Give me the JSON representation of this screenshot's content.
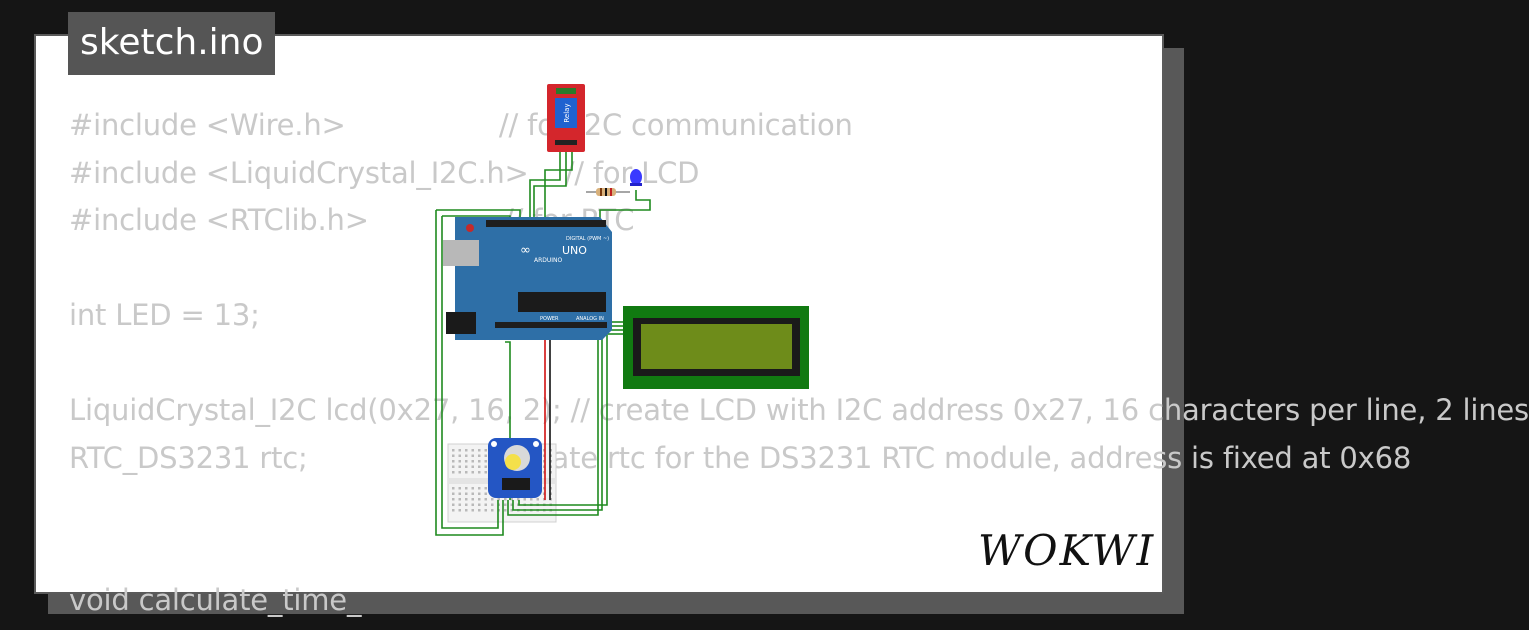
{
  "window": {
    "title": "sketch.ino"
  },
  "code_lines": [
    "#include <Wire.h>                 // for I2C communication",
    "#include <LiquidCrystal_I2C.h>    // for LCD",
    "#include <RTClib.h>               // for RTC",
    "",
    "int LED = 13;",
    "",
    "LiquidCrystal_I2C lcd(0x27, 16, 2); // create LCD with I2C address 0x27, 16 characters per line, 2 lines",
    "RTC_DS3231 rtc;                   // create rtc for the DS3231 RTC module, address is fixed at 0x68",
    "",
    "",
    "void calculate_time_"
  ],
  "board": {
    "brand": "ARDUINO",
    "model": "UNO",
    "digital_label": "DIGITAL (PWM ~)",
    "power_label": "POWER",
    "analog_label": "ANALOG IN"
  },
  "relay": {
    "label": "Relay"
  },
  "brand": {
    "logo": "WOKWI"
  },
  "colors": {
    "wire_green": "#1f8a1f",
    "wire_red": "#e01010",
    "board": "#2e6fa7",
    "lcd_screen": "#6e8c1a",
    "relay": "#d4262c"
  },
  "icons": [
    "led-icon",
    "resistor-icon",
    "rtc-module-icon",
    "breadboard-icon",
    "lcd-module-icon"
  ]
}
